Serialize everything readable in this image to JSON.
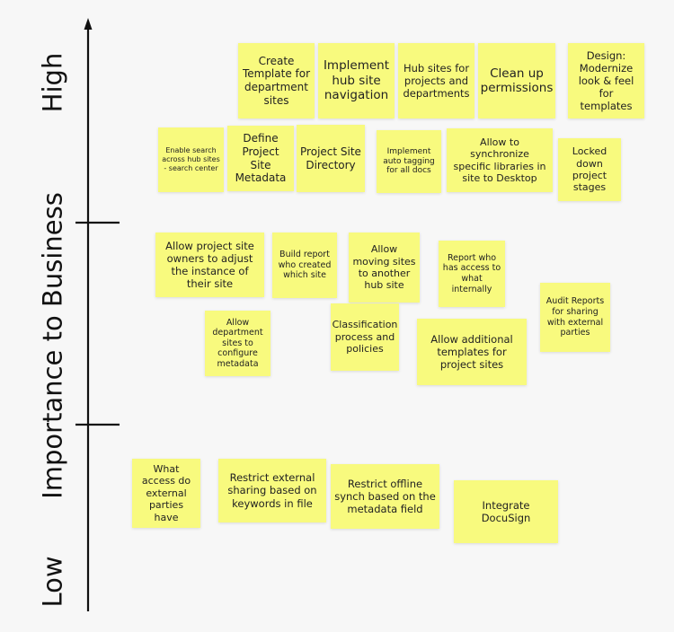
{
  "axis": {
    "label": "Importance to Business",
    "high": "High",
    "low": "Low"
  },
  "colors": {
    "note": "#f8fa7e",
    "axis": "#111111",
    "background": "#f7f7f7"
  },
  "notes": [
    {
      "id": "create-template",
      "text": "Create Template for department sites"
    },
    {
      "id": "implement-hub-nav",
      "text": "Implement hub site navigation"
    },
    {
      "id": "hub-sites",
      "text": "Hub sites for projects and departments"
    },
    {
      "id": "clean-up-permissions",
      "text": "Clean up permissions"
    },
    {
      "id": "design-modernize",
      "text": "Design: Modernize look & feel for templates"
    },
    {
      "id": "enable-search",
      "text": "Enable search across hub sites - search center"
    },
    {
      "id": "define-metadata",
      "text": "Define Project Site Metadata"
    },
    {
      "id": "project-site-directory",
      "text": "Project Site Directory"
    },
    {
      "id": "auto-tagging",
      "text": "Implement auto tagging for all docs"
    },
    {
      "id": "sync-libraries",
      "text": "Allow to synchronize specific libraries in site to Desktop"
    },
    {
      "id": "locked-stages",
      "text": "Locked down project stages"
    },
    {
      "id": "owners-adjust",
      "text": "Allow project site owners to adjust the instance of their site"
    },
    {
      "id": "build-report",
      "text": "Build report who created which site"
    },
    {
      "id": "moving-sites",
      "text": "Allow moving sites to another hub site"
    },
    {
      "id": "report-access",
      "text": "Report who has access to what internally"
    },
    {
      "id": "audit-reports",
      "text": "Audit Reports for sharing with external parties"
    },
    {
      "id": "dept-metadata",
      "text": "Allow department sites to configure metadata"
    },
    {
      "id": "classification",
      "text": "Classification process and policies"
    },
    {
      "id": "additional-templates",
      "text": "Allow additional templates for project sites"
    },
    {
      "id": "external-access",
      "text": "What access do external parties have"
    },
    {
      "id": "restrict-external",
      "text": "Restrict external sharing based on keywords in file"
    },
    {
      "id": "restrict-offline",
      "text": "Restrict offline synch based on the metadata field"
    },
    {
      "id": "docusign",
      "text": "Integrate DocuSign"
    }
  ]
}
